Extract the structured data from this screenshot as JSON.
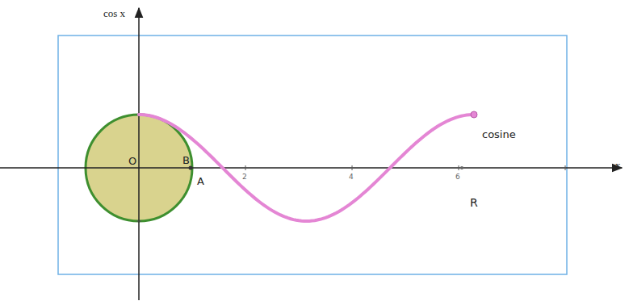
{
  "diagram": {
    "labels": [
      "cos x",
      "O",
      "B",
      "A",
      "2",
      "4",
      "6",
      "cosine",
      "R",
      "x"
    ]
  }
}
